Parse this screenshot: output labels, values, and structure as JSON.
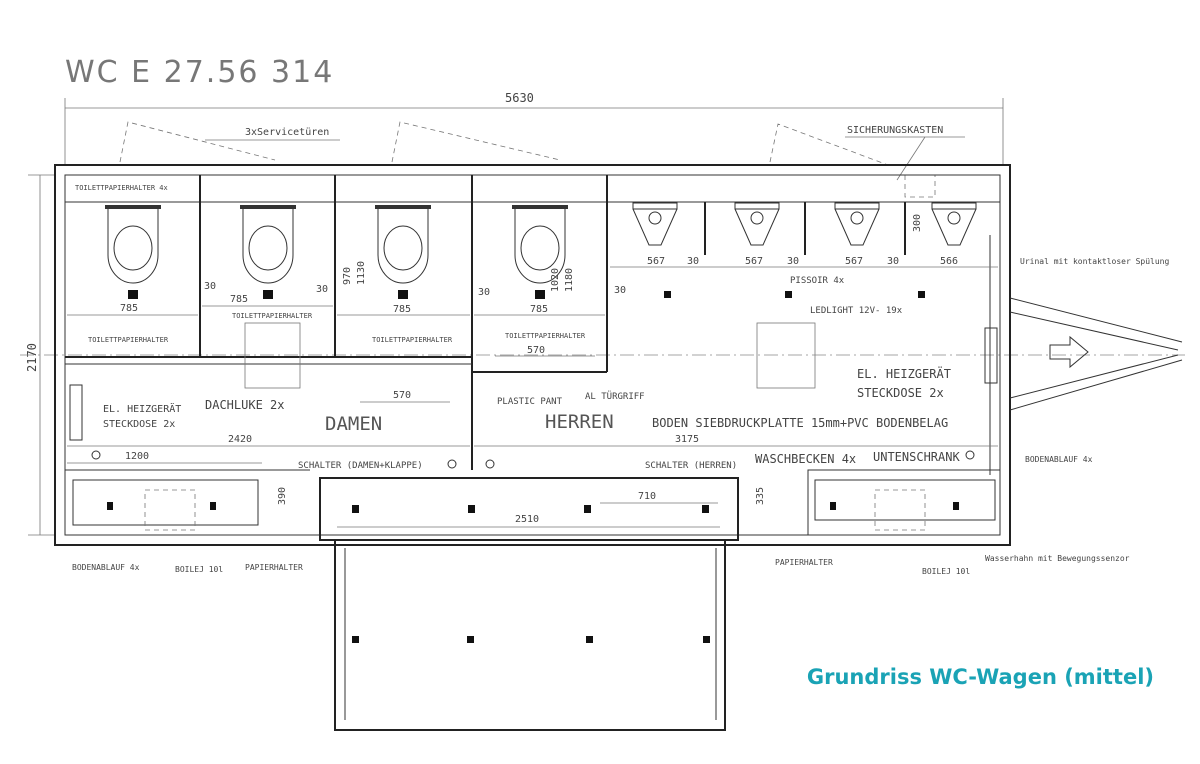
{
  "title": "WC E 27.56 314",
  "caption": "Grundriss WC-Wagen (mittel)",
  "caption_color": "#1aa3b5",
  "dimensions": {
    "length": "5630",
    "width": "2170",
    "toilet_widths": [
      "785",
      "785",
      "785",
      "785"
    ],
    "gaps": [
      "30",
      "30",
      "30",
      "30"
    ],
    "depth_damen": [
      "970",
      "1130"
    ],
    "depth_herren": [
      "1020",
      "1180"
    ],
    "door_damen": "570",
    "door_herren": "570",
    "damen_len": "2420",
    "herren_len": "3175",
    "sink_left": "1200",
    "counter_depth": "390",
    "counter_depth_r": "335",
    "entry_gap": "710",
    "entry_len": "2510",
    "urinal_widths": [
      "567",
      "567",
      "567",
      "566"
    ],
    "urinal_gaps": [
      "30",
      "30",
      "30"
    ],
    "urinal_depth": "300"
  },
  "labels": {
    "service_doors": "3xServicetüren",
    "fuse_box": "SICHERUNGSKASTEN",
    "tp_holder_4x": "TOILETTPAPIERHALTER 4x",
    "tp_holder": "TOILETTPAPIERHALTER",
    "roof_hatch": "DACHLUKE 2x",
    "damen": "DAMEN",
    "herren": "HERREN",
    "heater": "EL. HEIZGERÄT",
    "socket": "STECKDOSE 2x",
    "plastic_pant": "PLASTIC PANT",
    "door_handle": "AL TÜRGRIFF",
    "floor": "BODEN SIEBDRUCKPLATTE 15mm+PVC BODENBELAG",
    "switch_damen": "SCHALTER (DAMEN+KLAPPE)",
    "switch_herren": "SCHALTER (HERREN)",
    "washbasin": "WASCHBECKEN 4x",
    "cabinet": "UNTENSCHRANK",
    "floor_drain": "BODENABLAUF 4x",
    "boiler": "BOILEJ 10l",
    "paper_holder": "PAPIERHALTER",
    "faucet": "Wasserhahn mit Bewegungssenzor",
    "urinal": "PISSOIR 4x",
    "led": "LEDLIGHT 12V- 19x",
    "urinal_flush": "Urinal mit kontaktloser Spülung"
  }
}
